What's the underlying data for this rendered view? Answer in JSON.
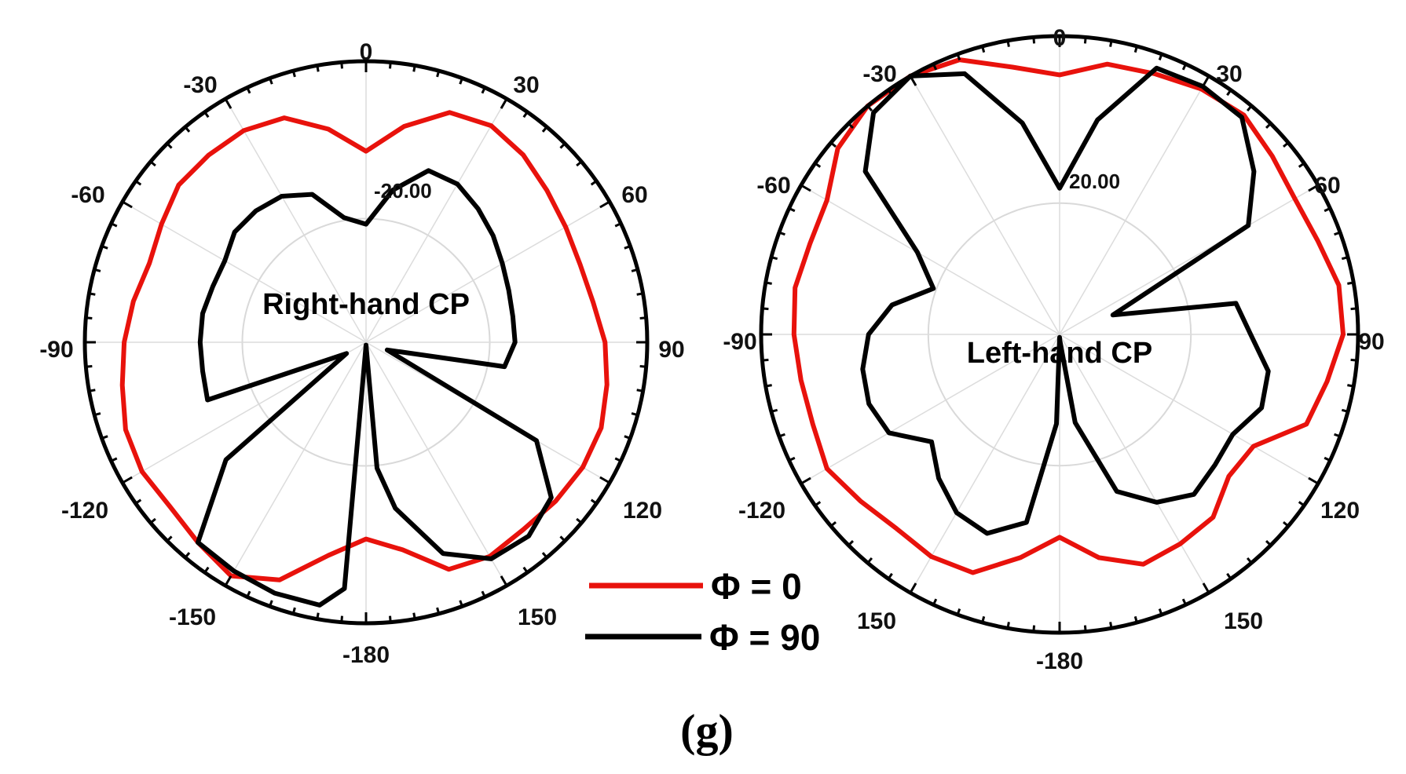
{
  "caption": "(g)",
  "legend": [
    {
      "label": "Φ = 0",
      "color": "#e8120c"
    },
    {
      "label": "Φ = 90",
      "color": "#000000"
    }
  ],
  "chart_data": [
    {
      "type": "polar",
      "annotation": "Right-hand CP",
      "ring_label": "-20.00",
      "angle_labels": [
        {
          "angle": 0,
          "text": "0"
        },
        {
          "angle": 30,
          "text": "30"
        },
        {
          "angle": 60,
          "text": "60"
        },
        {
          "angle": 90,
          "text": "90"
        },
        {
          "angle": 120,
          "text": "120"
        },
        {
          "angle": 150,
          "text": "150"
        },
        {
          "angle": 180,
          "text": "-180"
        },
        {
          "angle": -150,
          "text": "-150"
        },
        {
          "angle": -120,
          "text": "-120"
        },
        {
          "angle": -90,
          "text": "-90"
        },
        {
          "angle": -60,
          "text": "-60"
        },
        {
          "angle": -30,
          "text": "-30"
        }
      ],
      "series": [
        {
          "name": "Φ = 0",
          "color": "#e8120c",
          "points": [
            [
              -180,
              0.7
            ],
            [
              -170,
              0.77
            ],
            [
              -160,
              0.9
            ],
            [
              -150,
              0.96
            ],
            [
              -140,
              0.93
            ],
            [
              -130,
              0.91
            ],
            [
              -120,
              0.92
            ],
            [
              -110,
              0.91
            ],
            [
              -100,
              0.88
            ],
            [
              -90,
              0.86
            ],
            [
              -80,
              0.84
            ],
            [
              -70,
              0.82
            ],
            [
              -60,
              0.84
            ],
            [
              -50,
              0.87
            ],
            [
              -40,
              0.87
            ],
            [
              -30,
              0.87
            ],
            [
              -20,
              0.85
            ],
            [
              -10,
              0.77
            ],
            [
              0,
              0.68
            ],
            [
              10,
              0.78
            ],
            [
              20,
              0.87
            ],
            [
              30,
              0.89
            ],
            [
              40,
              0.87
            ],
            [
              50,
              0.84
            ],
            [
              60,
              0.82
            ],
            [
              70,
              0.81
            ],
            [
              80,
              0.82
            ],
            [
              90,
              0.85
            ],
            [
              100,
              0.87
            ],
            [
              110,
              0.89
            ],
            [
              120,
              0.89
            ],
            [
              130,
              0.88
            ],
            [
              140,
              0.87
            ],
            [
              150,
              0.88
            ],
            [
              160,
              0.86
            ],
            [
              170,
              0.75
            ]
          ]
        },
        {
          "name": "Φ = 90",
          "color": "#000000",
          "points": [
            [
              -180,
              0.01
            ],
            [
              -175,
              0.88
            ],
            [
              -170,
              0.95
            ],
            [
              -160,
              0.95
            ],
            [
              -150,
              0.94
            ],
            [
              -140,
              0.93
            ],
            [
              -130,
              0.65
            ],
            [
              -120,
              0.08
            ],
            [
              -110,
              0.6
            ],
            [
              -100,
              0.59
            ],
            [
              -90,
              0.59
            ],
            [
              -80,
              0.59
            ],
            [
              -70,
              0.58
            ],
            [
              -60,
              0.58
            ],
            [
              -50,
              0.61
            ],
            [
              -40,
              0.61
            ],
            [
              -30,
              0.6
            ],
            [
              -20,
              0.56
            ],
            [
              -10,
              0.45
            ],
            [
              0,
              0.42
            ],
            [
              10,
              0.55
            ],
            [
              20,
              0.65
            ],
            [
              30,
              0.65
            ],
            [
              40,
              0.62
            ],
            [
              50,
              0.59
            ],
            [
              60,
              0.56
            ],
            [
              70,
              0.54
            ],
            [
              80,
              0.53
            ],
            [
              90,
              0.53
            ],
            [
              100,
              0.5
            ],
            [
              110,
              0.08
            ],
            [
              120,
              0.7
            ],
            [
              130,
              0.86
            ],
            [
              140,
              0.9
            ],
            [
              150,
              0.89
            ],
            [
              160,
              0.8
            ],
            [
              170,
              0.6
            ],
            [
              175,
              0.45
            ],
            [
              180,
              0.01
            ]
          ]
        }
      ]
    },
    {
      "type": "polar",
      "annotation": "Left-hand CP",
      "ring_label": "20.00",
      "angle_labels": [
        {
          "angle": 0,
          "text": "0"
        },
        {
          "angle": 30,
          "text": "30"
        },
        {
          "angle": 60,
          "text": "60"
        },
        {
          "angle": 90,
          "text": "90"
        },
        {
          "angle": 120,
          "text": "120"
        },
        {
          "angle": 150,
          "text": "150"
        },
        {
          "angle": 180,
          "text": "-180"
        },
        {
          "angle": -150,
          "text": "150"
        },
        {
          "angle": -120,
          "text": "-120"
        },
        {
          "angle": -90,
          "text": "-90"
        },
        {
          "angle": -60,
          "text": "-60"
        },
        {
          "angle": -30,
          "text": "-30"
        }
      ],
      "series": [
        {
          "name": "Φ = 0",
          "color": "#e8120c",
          "points": [
            [
              -180,
              0.68
            ],
            [
              -170,
              0.76
            ],
            [
              -160,
              0.85
            ],
            [
              -150,
              0.86
            ],
            [
              -140,
              0.85
            ],
            [
              -130,
              0.87
            ],
            [
              -120,
              0.9
            ],
            [
              -110,
              0.88
            ],
            [
              -100,
              0.88
            ],
            [
              -90,
              0.89
            ],
            [
              -80,
              0.9
            ],
            [
              -70,
              0.89
            ],
            [
              -60,
              0.9
            ],
            [
              -50,
              0.97
            ],
            [
              -40,
              1.0
            ],
            [
              -30,
              1.0
            ],
            [
              -20,
              0.98
            ],
            [
              -10,
              0.91
            ],
            [
              0,
              0.87
            ],
            [
              10,
              0.92
            ],
            [
              20,
              0.93
            ],
            [
              30,
              0.95
            ],
            [
              40,
              0.96
            ],
            [
              50,
              0.93
            ],
            [
              60,
              0.91
            ],
            [
              70,
              0.92
            ],
            [
              80,
              0.95
            ],
            [
              90,
              0.95
            ],
            [
              100,
              0.91
            ],
            [
              110,
              0.88
            ],
            [
              120,
              0.75
            ],
            [
              130,
              0.74
            ],
            [
              140,
              0.8
            ],
            [
              150,
              0.81
            ],
            [
              160,
              0.82
            ],
            [
              170,
              0.76
            ]
          ]
        },
        {
          "name": "Φ = 90",
          "color": "#000000",
          "points": [
            [
              -180,
              0.01
            ],
            [
              -178,
              0.3
            ],
            [
              -170,
              0.64
            ],
            [
              -160,
              0.71
            ],
            [
              -150,
              0.69
            ],
            [
              -140,
              0.63
            ],
            [
              -130,
              0.56
            ],
            [
              -120,
              0.66
            ],
            [
              -110,
              0.68
            ],
            [
              -100,
              0.67
            ],
            [
              -90,
              0.64
            ],
            [
              -80,
              0.57
            ],
            [
              -70,
              0.45
            ],
            [
              -60,
              0.55
            ],
            [
              -50,
              0.85
            ],
            [
              -40,
              0.97
            ],
            [
              -30,
              1.0
            ],
            [
              -20,
              0.93
            ],
            [
              -10,
              0.72
            ],
            [
              0,
              0.49
            ],
            [
              10,
              0.73
            ],
            [
              20,
              0.95
            ],
            [
              30,
              0.96
            ],
            [
              40,
              0.95
            ],
            [
              50,
              0.85
            ],
            [
              60,
              0.73
            ],
            [
              70,
              0.19
            ],
            [
              80,
              0.6
            ],
            [
              90,
              0.64
            ],
            [
              100,
              0.71
            ],
            [
              110,
              0.72
            ],
            [
              120,
              0.67
            ],
            [
              130,
              0.68
            ],
            [
              140,
              0.7
            ],
            [
              150,
              0.65
            ],
            [
              160,
              0.56
            ],
            [
              170,
              0.3
            ],
            [
              178,
              0.02
            ],
            [
              180,
              0.01
            ]
          ]
        }
      ]
    }
  ]
}
